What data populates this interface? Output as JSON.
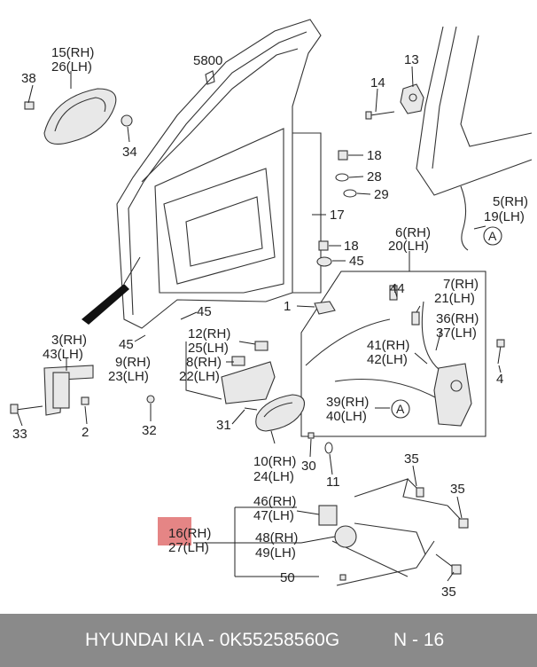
{
  "labels": {
    "l5800": "5800",
    "l15": "15(RH)",
    "l26": "26(LH)",
    "l38": "38",
    "l34": "34",
    "l13": "13",
    "l14": "14",
    "l18a": "18",
    "l28": "28",
    "l29": "29",
    "l5": "5(RH)",
    "l19": "19(LH)",
    "lA1": "A",
    "l17": "17",
    "l18b": "18",
    "l45a": "45",
    "l6": "6(RH)",
    "l20": "20(LH)",
    "l44": "44",
    "l7": "7(RH)",
    "l21": "21(LH)",
    "l1": "1",
    "l36": "36(RH)",
    "l37": "37(LH)",
    "l41": "41(RH)",
    "l42": "42(LH)",
    "l4": "4",
    "l39": "39(RH)",
    "l40": "40(LH)",
    "lA2": "A",
    "l45b": "45",
    "l45c": "45",
    "l3": "3(RH)",
    "l43": "43(LH)",
    "l33": "33",
    "l2": "2",
    "l12": "12(RH)",
    "l25": "25(LH)",
    "l9": "9(RH)",
    "l23": "23(LH)",
    "l8": "8(RH)",
    "l22": "22(LH)",
    "l32": "32",
    "l31": "31",
    "l10": "10(RH)",
    "l24": "24(LH)",
    "l30": "30",
    "l11": "11",
    "l35a": "35",
    "l35b": "35",
    "l35c": "35",
    "l46": "46(RH)",
    "l47": "47(LH)",
    "l16": "16(RH)",
    "l27": "27(LH)",
    "l48": "48(RH)",
    "l49": "49(LH)",
    "l50": "50"
  },
  "highlight_color": "#e07070",
  "footer": {
    "left": "HYUNDAI  KIA - 0K55258560G",
    "right": "N - 16"
  }
}
